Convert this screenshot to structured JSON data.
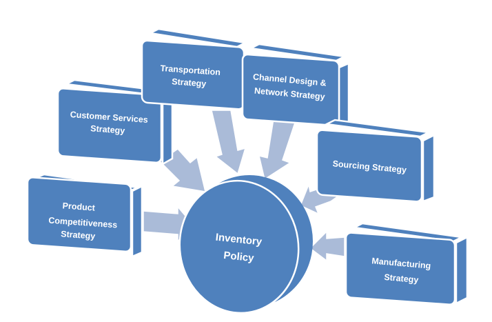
{
  "diagram": {
    "center": {
      "label_lines": [
        "Inventory",
        "Policy"
      ]
    },
    "nodes": [
      {
        "id": "product-competitiveness",
        "label_lines": [
          "Product",
          "Competitiveness",
          "Strategy"
        ]
      },
      {
        "id": "customer-services",
        "label_lines": [
          "Customer Services",
          "Strategy"
        ]
      },
      {
        "id": "transportation",
        "label_lines": [
          "Transportation",
          "Strategy"
        ]
      },
      {
        "id": "channel-design",
        "label_lines": [
          "Channel Design &",
          "Network Strategy"
        ]
      },
      {
        "id": "sourcing",
        "label_lines": [
          "Sourcing Strategy"
        ]
      },
      {
        "id": "manufacturing",
        "label_lines": [
          "Manufacturing",
          "Strategy"
        ]
      }
    ],
    "colors": {
      "box": "#4f81bd",
      "arrow": "#aabbd8",
      "background": "#ffffff"
    }
  }
}
